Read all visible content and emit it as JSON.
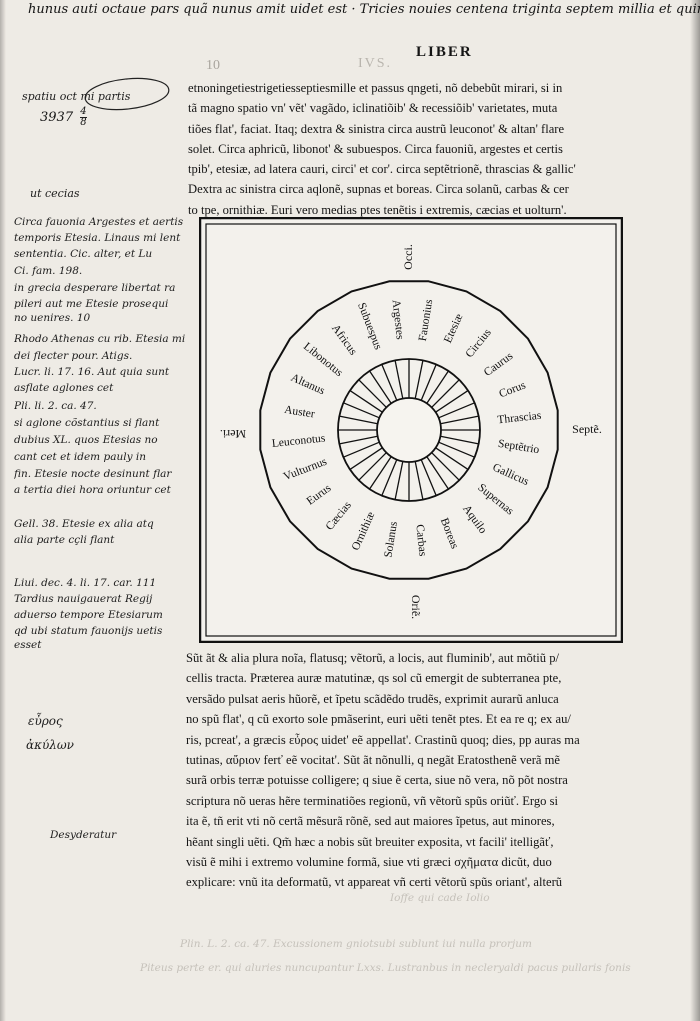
{
  "top_note": "hunus auti octaue pars quã nunus amit uidet est · Tricies nouies centena triginta septem millia et quingenti passus.",
  "header": {
    "title": "LIBER"
  },
  "margin": {
    "spatium": "spatiu oct mi partis",
    "number": "3937",
    "fraction_num": "4",
    "fraction_den": "8",
    "ccecias": "ut cecias",
    "notes": [
      "Circa fauonia Argestes et aertis",
      "temporis Etesia. Linaus mi lent",
      "sententia. Cic. alter, et Lu",
      "Ci. fam. 198.",
      "in grecia desperare libertat ra",
      "pileri aut me Etesie prosequi",
      "no uenires. 10",
      "Rhodo Athenas cu rib. Etesia mi",
      "dei flecter pour. Atigs.",
      "Lucr. li. 17. 16. Aut quia sunt",
      "asflate aglones cet",
      "Pli. li. 2. ca. 47.",
      "si aglone cõstantius si flant",
      "dubius XL. quos Etesias no",
      "cant cet et idem pauly in",
      "fin. Etesie nocte desinunt flar",
      "a tertia diei hora oriuntur cet",
      "Gell. 38. Etesie ex alia atq",
      "alia parte cçli flant",
      "Liui. dec. 4. li. 17. car. 111",
      "Tardius nauigauerat Regij",
      "aduerso tempore Etesiarum",
      "qd ubi statum fauonijs uetis",
      "esset"
    ],
    "greek": [
      "εὖρος",
      "ἀκύλων"
    ],
    "desyderatur": "Desyderatur"
  },
  "body_top": [
    "etnoningetiestrigetiesseptiesmille et passus qngeti, nõ debebũt mirari, si in",
    "tã magno spatio vn' vẽt' vagãdo, iclinatiõib' & recessiõib' varietates, muta",
    "tiões flat', faciat.  Itaq; dextra & sinistra circa austrũ leuconot' & altan' flare",
    "solet. Circa aphricũ, libonot' & subuespos. Circa fauoniũ, argestes et certis",
    "tpib', etesiæ, ad latera cauri, circi' et cor'. circa septẽtrionẽ, thrascias & gallic'",
    "Dextra ac sinistra circa aqlonẽ, supnas et boreas. Circa solanũ, carbas & cer",
    "to tpe, ornithiæ. Euri vero medias ptes tenẽtis i extremis, cæcias et uolturn'."
  ],
  "diagram": {
    "directions": {
      "top": "Occi.",
      "bottom": "Oriẽ.",
      "left": "Meri.",
      "right": "Septẽ."
    },
    "winds": [
      "Fauonius",
      "Etesiæ",
      "Circius",
      "Caurus",
      "Corus",
      "Thrascias",
      "Septẽtrio",
      "Gallicus",
      "Supernas",
      "Aquilo",
      "Boreas",
      "Carbas",
      "Solanus",
      "Ornithiæ",
      "Cæcias",
      "Eurus",
      "Vulturnus",
      "Leuconotus",
      "Auster",
      "Altanus",
      "Libonotus",
      "Africus",
      "Subuespus",
      "Argestes"
    ]
  },
  "body_bottom": [
    "Sũt ãt & alia plura noĩa, flatusq; vẽtorũ, a locis, aut fluminib', aut mõtiũ p/",
    "cellis tracta.  Præterea auræ matutinæ, qs sol cũ emergit de subterranea pte,",
    "versãdo pulsat aeris hũorẽ, et ĩpetu scãdẽdo trudẽs, exprimit aurarũ anluca",
    "no spũ flat', q cũ exorto sole pmãserint, euri uẽti tenẽt ptes. Et ea re q; ex au/",
    "ris, pcreat', a græcis εὖρος uidet' eẽ appellat'. Crastinũ quoq; dies, pp auras ma",
    "tutinas, αὔριον ferť eẽ vocitat'.  Sũt ãt nõnulli, q negãt Eratosthenẽ verã mẽ",
    "surã orbis terræ potuisse colligere; q siue ẽ certa, siue nõ vera, nõ põt nostra",
    "scriptura nõ ueras hẽre terminatiões regionũ, vñ vẽtorũ spũs oriũť.  Ergo si",
    "ita ẽ, tñ erit vti nõ certã mẽsurã rõnẽ, sed aut maiores ĩpetus, aut minores,",
    "hẽant singli uẽti.  Qm̃ hæc a nobis sũt breuiter exposita, vt facili' itelligãť,",
    "visũ ẽ mihi i extremo volumine formã, siue vti græci σχῆματα dicũt, duo",
    "explicare: vnũ ita deformatũ, vt appareat vñ certi vẽtorũ spũs oriant', alterũ"
  ],
  "ghost": {
    "head": "IVS.",
    "num": "10"
  },
  "bleed_notes": [
    "Ioffe qui cade Iolio",
    "Plin. L. 2. ca. 47. Excussionem gniotsubi sublunt iui nulla prorjum",
    "Piteus perte er. qui aluries nuncupantur Lxxs. Lustranbus in necleryaldi pacus pullaris fonis"
  ]
}
